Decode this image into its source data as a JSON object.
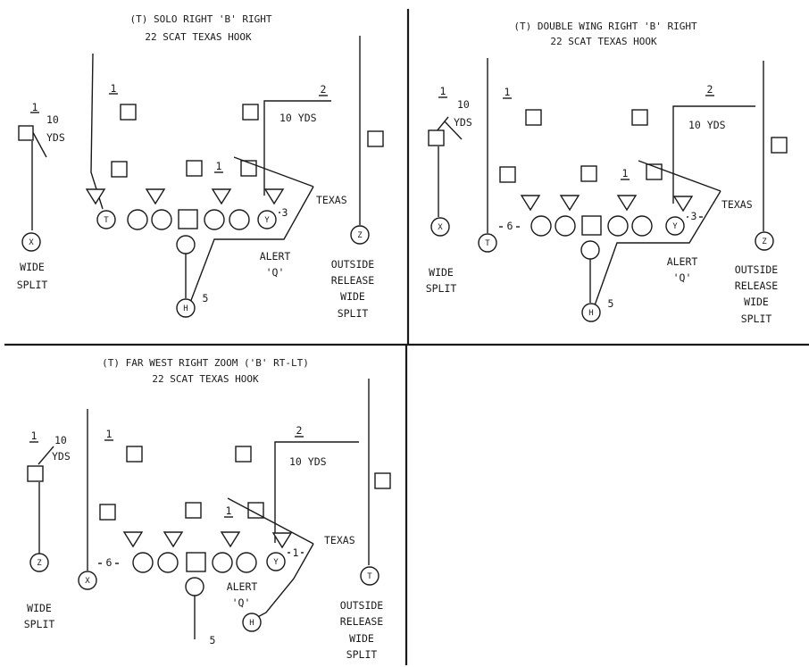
{
  "colors": {
    "ink": "#1a1a1a",
    "paper": "#ffffff"
  },
  "diagrams": [
    {
      "title_line1": "(T) SOLO RIGHT 'B' RIGHT",
      "title_line2": "22 SCAT TEXAS HOOK",
      "split_label": "1",
      "split_yds_top": "10",
      "split_yds_bottom": "YDS",
      "lb1_label": "1",
      "mid_label": "1",
      "deep_label": "2",
      "deep_yds": "10 YDS",
      "texas": "TEXAS",
      "route_num": "3",
      "alert_line1": "ALERT",
      "alert_line2": "'Q'",
      "back_num": "5",
      "left_note": [
        "WIDE",
        "SPLIT"
      ],
      "right_note": [
        "OUTSIDE",
        "RELEASE",
        "WIDE",
        "SPLIT"
      ],
      "players": {
        "left_wide": "X",
        "tackle_end": "T",
        "tight_end": "Y",
        "back": "H",
        "right_wide": "Z"
      }
    },
    {
      "title_line1": "(T) DOUBLE WING RIGHT 'B' RIGHT",
      "title_line2": "22 SCAT TEXAS HOOK",
      "split_label": "1",
      "split_yds_top": "10",
      "split_yds_bottom": "YDS",
      "lb1_label": "1",
      "mid_label": "1",
      "deep_label": "2",
      "deep_yds": "10 YDS",
      "texas": "TEXAS",
      "route_num": "3",
      "wing_num": "6",
      "alert_line1": "ALERT",
      "alert_line2": "'Q'",
      "back_num": "5",
      "left_note": [
        "WIDE",
        "SPLIT"
      ],
      "right_note": [
        "OUTSIDE",
        "RELEASE",
        "WIDE",
        "SPLIT"
      ],
      "players": {
        "left_wide": "X",
        "wing": "T",
        "tight_end": "Y",
        "back": "H",
        "right_wide": "Z"
      }
    },
    {
      "title_line1": "(T) FAR WEST RIGHT ZOOM ('B' RT-LT)",
      "title_line2": "22 SCAT TEXAS HOOK",
      "split_label": "1",
      "split_yds_top": "10",
      "split_yds_bottom": "YDS",
      "lb1_label": "1",
      "mid_label": "1",
      "deep_label": "2",
      "deep_yds": "10 YDS",
      "texas": "TEXAS",
      "route_num": "1",
      "wing_num": "6",
      "alert_line1": "ALERT",
      "alert_line2": "'Q'",
      "back_num": "5",
      "left_note": [
        "WIDE",
        "SPLIT"
      ],
      "right_note": [
        "OUTSIDE",
        "RELEASE",
        "WIDE",
        "SPLIT"
      ],
      "players": {
        "left_wide": "Z",
        "wing": "X",
        "tight_end": "Y",
        "back": "H",
        "right_wide": "T"
      }
    }
  ]
}
